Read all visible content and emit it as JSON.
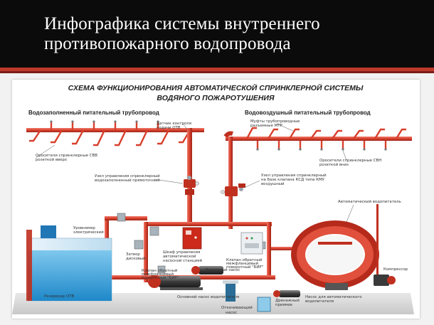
{
  "slide": {
    "title_line1": "Инфографика системы внутреннего",
    "title_line2": "противопожарного водопровода"
  },
  "diagram": {
    "title_line1": "СХЕМА ФУНКЦИОНИРОВАНИЯ АВТОМАТИЧЕСКОЙ СПРИНКЛЕРНОЙ СИСТЕМЫ",
    "title_line2": "ВОДЯНОГО ПОЖАРОТУШЕНИЯ",
    "left_supply": "Водозаполненный питательный трубопровод",
    "right_supply": "Водовоздушный питательный трубопровод",
    "labels": {
      "sensor_1": "Датчик контроля",
      "sensor_2": "подачи ОТВ",
      "couplings_1": "Муфты трубопроводные",
      "couplings_2": "разъемные МТР",
      "sprinkler_up_1": "Оросители спринклерные СВВ",
      "sprinkler_up_2": "розеткой вверх",
      "sprinkler_down_1": "Оросители спринклерные СВН",
      "sprinkler_down_2": "розеткой вниз",
      "node_water_1": "Узел управления спринклерный",
      "node_water_2": "водозаполненный прямоточный",
      "node_air_1": "Узел управления спринклерный",
      "node_air_2": "на базе клапана КСД типа КМУ",
      "node_air_3": "воздушный",
      "cabinet_1": "Шкаф управления",
      "cabinet_2": "автоматической",
      "cabinet_3": "насосной станцией",
      "level_1": "Уровнемер",
      "level_2": "электрический",
      "valve_1": "Клапан обратный",
      "valve_2": "межфланцевый",
      "valve_3": "поворотный \"БИР\"",
      "valve_b_1": "Клапан обратный",
      "valve_b_2": "межфланцевый",
      "valve_b_3": "поворотный \"БИР\"",
      "gate_1": "Затвор",
      "gate_2": "дисковый",
      "reserve_pump": "Резервный насос",
      "main_pump": "Основной насос водопитателя",
      "auto_feeder": "Автоматический водопитатель",
      "compressor": "Компрессор",
      "reservoir": "Резервуар ОТВ",
      "drain_pump_1": "Откачивающий",
      "drain_pump_2": "насос",
      "drain_pit_1": "Дренажный",
      "drain_pit_2": "приямок",
      "jockey_1": "Насос для автоматического",
      "jockey_2": "водопитателя"
    }
  }
}
